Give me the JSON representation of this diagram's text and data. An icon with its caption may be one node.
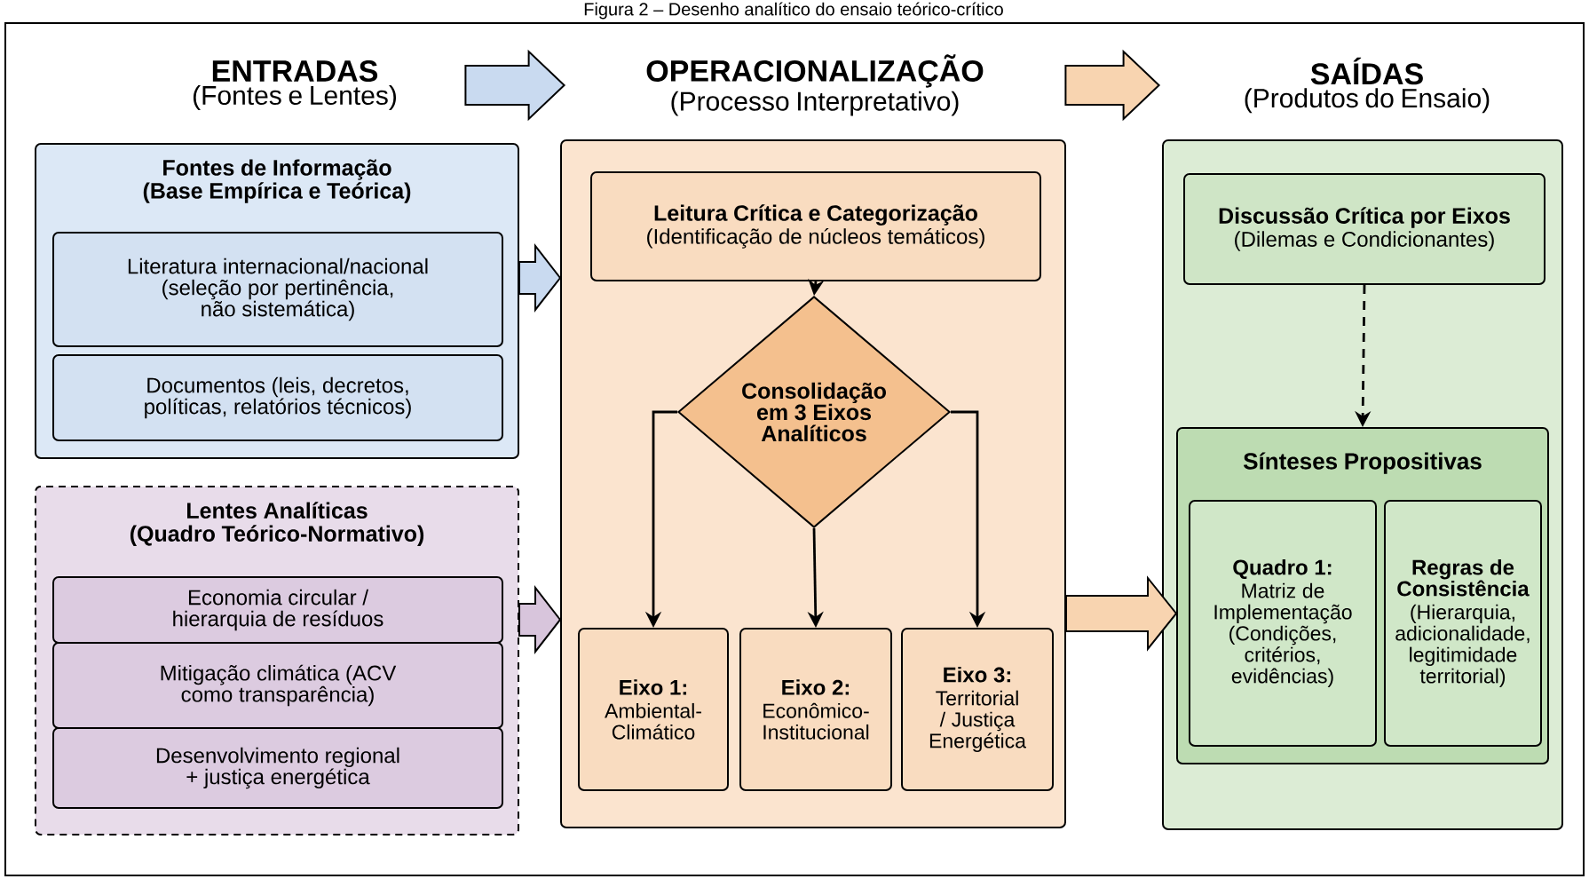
{
  "diagram": {
    "title": "Figura 2 – Desenho analítico do ensaio teórico-crítico",
    "nodes": [
      {
        "text": [
          "ENTRADAS",
          "(Fontes e Lentes)"
        ]
      },
      {
        "text": [
          "OPERACIONALIZAÇÃO",
          "(Processo Interpretativo)"
        ]
      },
      {
        "text": [
          "SAÍDAS",
          "(Produtos do Ensaio)"
        ]
      },
      {
        "text": [
          "Fontes de Informação",
          "(Base Empírica e Teórica)"
        ]
      },
      {
        "text": [
          "Literatura internacional/nacional (seleção por pertinência, não sistemática)"
        ],
        "in": 3
      },
      {
        "text": [
          "Documentos (leis, decretos, políticas, relatórios técnicos)"
        ],
        "in": 3
      },
      {
        "text": [
          "Lentes Analíticas",
          "(Quadro Teórico-Normativo)"
        ]
      },
      {
        "text": [
          "Economia circular / hierarquia de resíduos"
        ],
        "in": 6
      },
      {
        "text": [
          "Mitigação climática (ACV como transparência)"
        ],
        "in": 6
      },
      {
        "text": [
          "Desenvolvimento regional + justiça energética"
        ],
        "in": 6
      },
      {
        "text": [],
        "shape": "box"
      },
      {
        "text": [
          "Leitura Crítica e Categorização",
          "(Identificação de núcleos temáticos)"
        ],
        "in": 10
      },
      {
        "text": [
          "Consolidação em 3 Eixos Analíticos"
        ],
        "in": 10
      },
      {
        "text": [
          "Eixo 1:",
          "Ambiental-Climático"
        ],
        "in": 10
      },
      {
        "text": [
          "Eixo 2:",
          "Econômico-Institucional"
        ],
        "in": 10
      },
      {
        "text": [
          "Eixo 3:",
          "Territorial / Justiça Energética"
        ],
        "in": 10
      },
      {
        "text": [],
        "shape": "box"
      },
      {
        "text": [
          "Discussão Crítica por Eixos",
          "(Dilemas e Condicionantes)"
        ],
        "in": 16
      },
      {
        "text": [
          "Sínteses Propositivas"
        ],
        "in": 16
      },
      {
        "text": [
          "Quadro 1:",
          "Matriz de Implementação (Condições, critérios, evidências)"
        ],
        "in": 18
      },
      {
        "text": [
          "Regras de Consistência",
          "(Hierarquia, adicionalidade, legitimidade territorial)"
        ],
        "in": 18
      }
    ],
    "edges": [
      {
        "from": 0,
        "to": 1,
        "arrow": "to",
        "style": "thick",
        "color": "#c9daf0"
      },
      {
        "from": 1,
        "to": 2,
        "arrow": "to",
        "style": "thick",
        "color": "#f8d4b0"
      },
      {
        "from": 3,
        "to": 10,
        "arrow": "to",
        "style": "thick",
        "color": "#c9daf0"
      },
      {
        "from": 6,
        "to": 10,
        "arrow": "to",
        "style": "thick",
        "color": "#d8c5dc"
      },
      {
        "from": 10,
        "to": 18,
        "arrow": "to",
        "style": "thick",
        "color": "#f8d4b0"
      },
      {
        "from": 11,
        "to": 12,
        "arrow": "to"
      },
      {
        "from": 12,
        "to": 13,
        "arrow": "to"
      },
      {
        "from": 12,
        "to": 14,
        "arrow": "to"
      },
      {
        "from": 12,
        "to": 15,
        "arrow": "to"
      },
      {
        "from": 17,
        "to": 18,
        "arrow": "to",
        "style": "dashed"
      }
    ]
  }
}
